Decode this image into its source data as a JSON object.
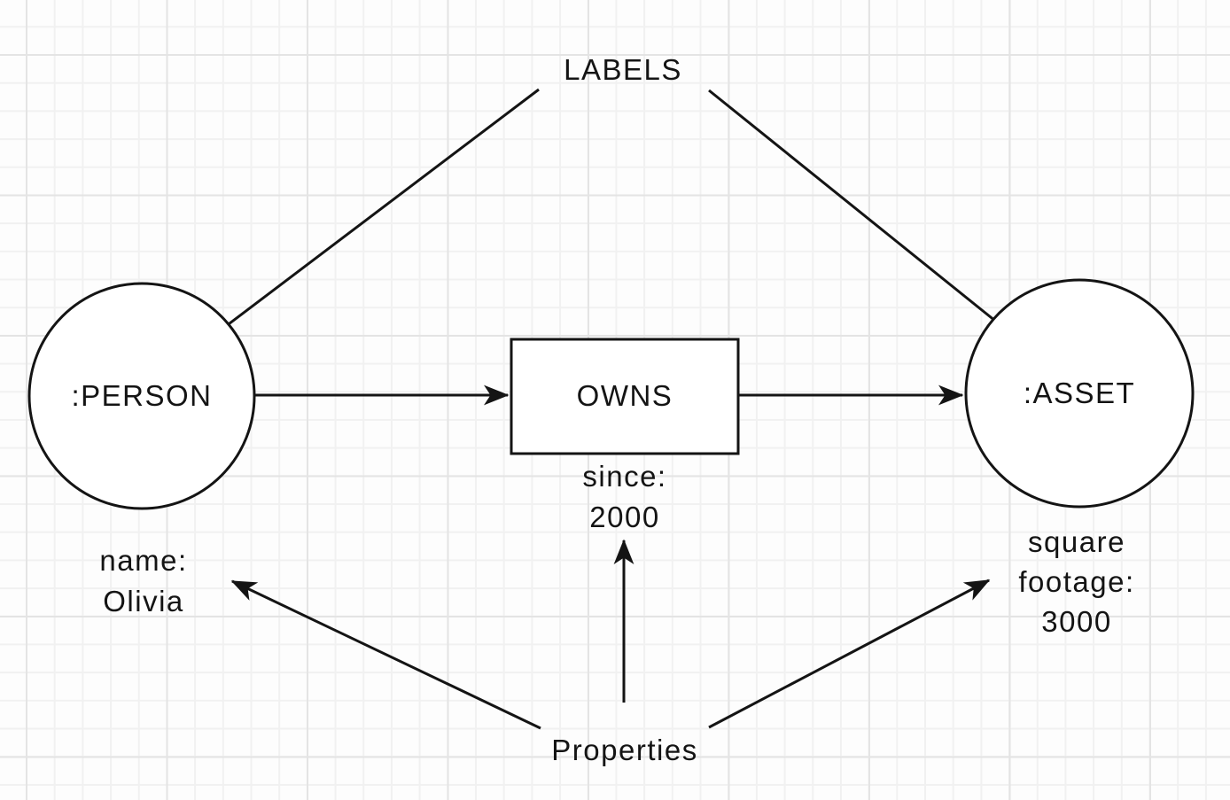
{
  "annotations": {
    "labels": "LABELS",
    "properties": "Properties"
  },
  "nodes": {
    "person": {
      "label": ":PERSON",
      "property_lines": [
        "name:",
        "Olivia"
      ]
    },
    "asset": {
      "label": ":ASSET",
      "property_lines": [
        "square",
        "footage:",
        "3000"
      ]
    }
  },
  "relationship": {
    "label": "OWNS",
    "property_lines": [
      "since:",
      "2000"
    ]
  },
  "colors": {
    "stroke": "#141414",
    "text": "#141414",
    "node_fill": "#ffffff",
    "background": "#fdfdfd",
    "grid_minor": "#f1f1f1",
    "grid_major": "#e4e4e4"
  }
}
